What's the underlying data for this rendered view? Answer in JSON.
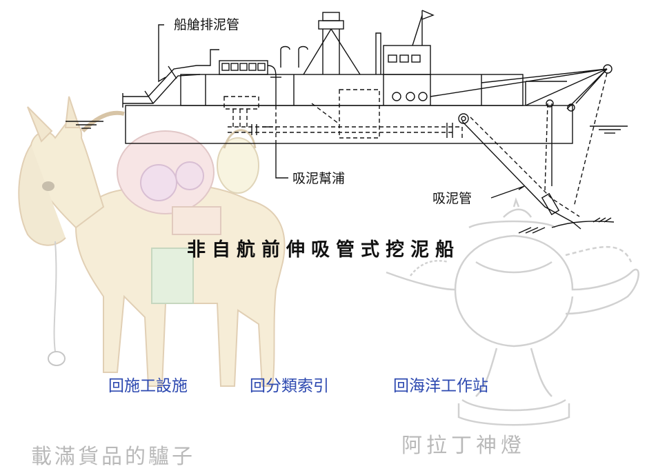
{
  "diagram": {
    "title": "非自航前伸吸管式挖泥船",
    "labels": {
      "discharge_pipe": "船艙排泥管",
      "suction_pump": "吸泥幫浦",
      "suction_pipe": "吸泥管"
    }
  },
  "nav": {
    "links": [
      {
        "label": "回施工設施"
      },
      {
        "label": "回分類索引"
      },
      {
        "label": "回海洋工作站"
      }
    ],
    "link_color": "#2d49b0"
  },
  "background": {
    "left_caption": "載滿貨品的驢子",
    "right_caption": "阿拉丁神燈",
    "left_drawing": "donkey-illustration",
    "right_drawing": "magic-lamp-illustration"
  }
}
